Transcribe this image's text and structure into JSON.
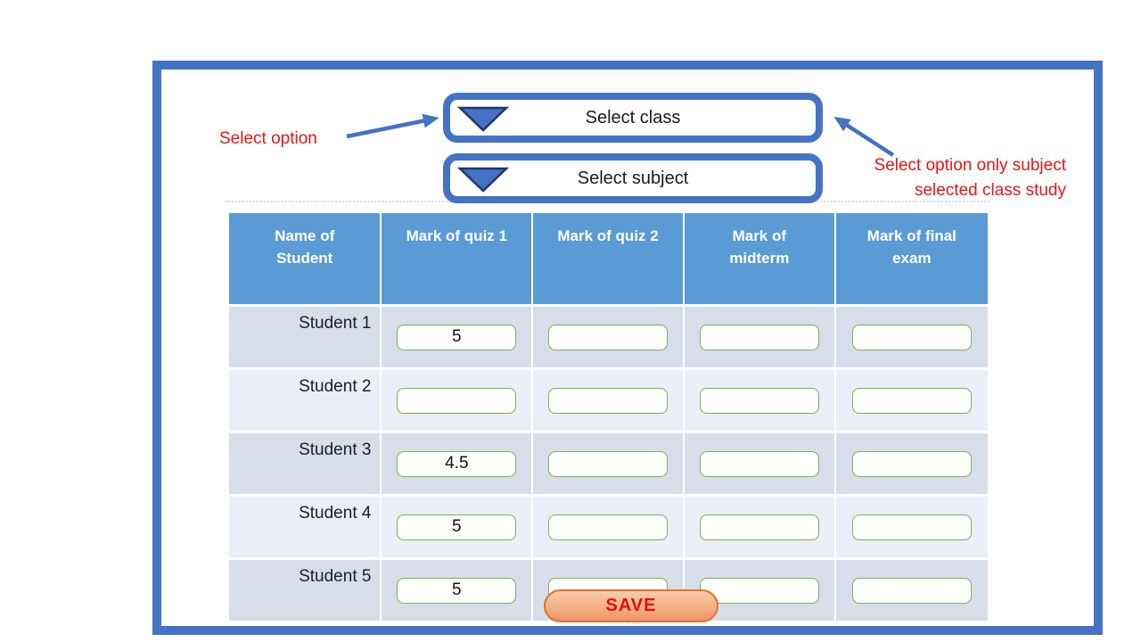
{
  "dropdowns": [
    {
      "label": "Select class"
    },
    {
      "label": "Select subject"
    }
  ],
  "annotations": {
    "select_option": "Select option",
    "subject_note_line1": "Select option only subject",
    "subject_note_line2": "selected class study"
  },
  "table": {
    "headers": [
      "Name of\nStudent",
      "Mark of quiz 1",
      "Mark of quiz 2",
      "Mark of\nmidterm",
      "Mark of final\nexam"
    ],
    "rows": [
      {
        "name": "Student 1",
        "marks": [
          "5",
          "",
          "",
          ""
        ]
      },
      {
        "name": "Student 2",
        "marks": [
          "",
          "",
          "",
          ""
        ]
      },
      {
        "name": "Student 3",
        "marks": [
          "4.5",
          "",
          "",
          ""
        ]
      },
      {
        "name": "Student 4",
        "marks": [
          "5",
          "",
          "",
          ""
        ]
      },
      {
        "name": "Student 5",
        "marks": [
          "5",
          "",
          "",
          ""
        ]
      }
    ]
  },
  "save_button": {
    "label": "SAVE"
  },
  "colors": {
    "frame_blue": "#4472C4",
    "triangle_fill": "#4472C4",
    "triangle_outline": "#1F3864",
    "header_blue": "#5B9BD5",
    "row_shaded": "#D7DEEA",
    "row_light": "#EAEEF6",
    "input_border_green": "#7CB152",
    "annotation_red": "#E81414",
    "save_text_red": "#E60D0D",
    "save_border_orange": "#E2702F",
    "save_fill_top": "#F8CBA9",
    "save_fill_bottom": "#EF9468"
  }
}
